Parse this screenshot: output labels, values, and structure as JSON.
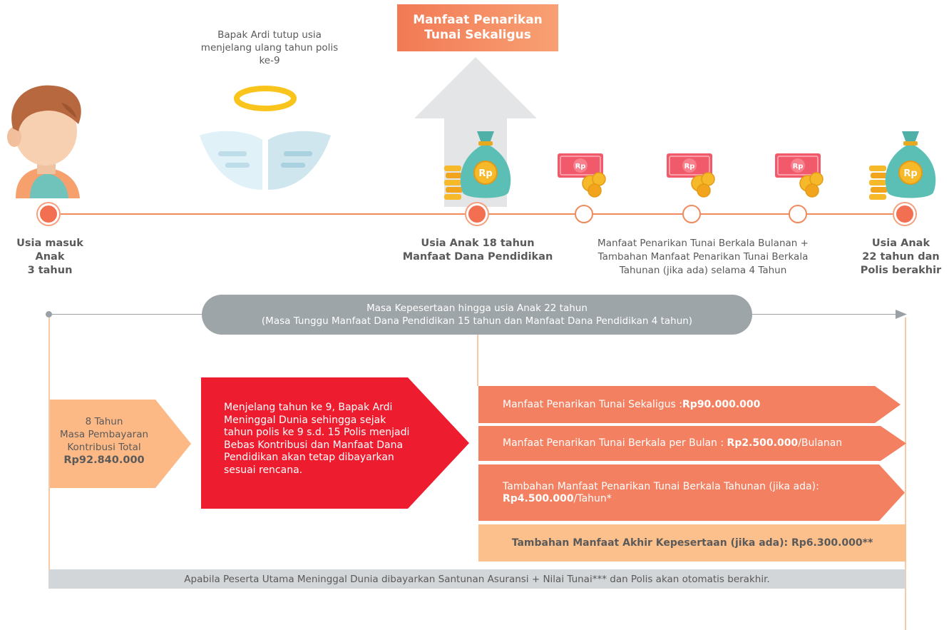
{
  "top_box": {
    "line1": "Manfaat Penarikan",
    "line2": "Tunai Sekaligus"
  },
  "angel_caption": {
    "line1": "Bapak Ardi tutup usia",
    "line2": "menjelang ulang tahun polis",
    "line3": "ke-9"
  },
  "timeline": {
    "start": {
      "line1": "Usia masuk",
      "line2": "Anak",
      "line3": "3 tahun"
    },
    "age18": {
      "line1": "Usia Anak 18 tahun",
      "line2": "Manfaat Dana Pendidikan"
    },
    "periodic": {
      "line1": "Manfaat Penarikan Tunai Berkala Bulanan +",
      "line2": "Tambahan Manfaat Penarikan Tunai Berkala",
      "line3": "Tahunan (jika ada) selama 4 Tahun"
    },
    "end": {
      "line1": "Usia Anak",
      "line2": "22 tahun dan",
      "line3": "Polis berakhir"
    }
  },
  "coin_label": "Rp",
  "period_pill": {
    "line1": "Masa Kepesertaan hingga usia Anak 22 tahun",
    "line2": "(Masa Tunggu Manfaat Dana Pendidikan 15 tahun dan Manfaat Dana Pendidikan 4 tahun)"
  },
  "payment_box": {
    "line1": "8 Tahun",
    "line2": "Masa Pembayaran",
    "line3": "Kontribusi Total",
    "amount": "Rp92.840.000"
  },
  "red_box": {
    "line1": "Menjelang tahun ke 9, Bapak Ardi",
    "line2": "Meninggal Dunia sehingga sejak",
    "line3": "tahun polis ke 9 s.d. 15  Polis menjadi",
    "line4": "Bebas Kontribusi dan Manfaat Dana",
    "line5": "Pendidikan akan tetap dibayarkan",
    "line6": "sesuai rencana."
  },
  "benefits": {
    "lump_sum": {
      "label": "Manfaat Penarikan Tunai Sekaligus : ",
      "amount": "Rp90.000.000"
    },
    "monthly": {
      "label": "Manfaat Penarikan Tunai Berkala per Bulan : ",
      "amount": "Rp2.500.000",
      "suffix": "/Bulanan"
    },
    "annual": {
      "label": "Tambahan Manfaat Penarikan Tunai Berkala Tahunan (jika ada):",
      "amount": "Rp4.500.000",
      "suffix": "/Tahun*"
    }
  },
  "final_benefit": "Tambahan Manfaat Akhir Kepesertaan (jika ada): Rp6.300.000**",
  "footer_note": "Apabila Peserta Utama Meninggal Dunia dibayarkan Santunan Asuransi + Nilai Tunai*** dan Polis akan otomatis berakhir.",
  "colors": {
    "orange": "#f38060",
    "red": "#ed1c2e",
    "peach": "#fcc08c",
    "grey": "#9ea5a8",
    "teal": "#5bbfb6"
  }
}
